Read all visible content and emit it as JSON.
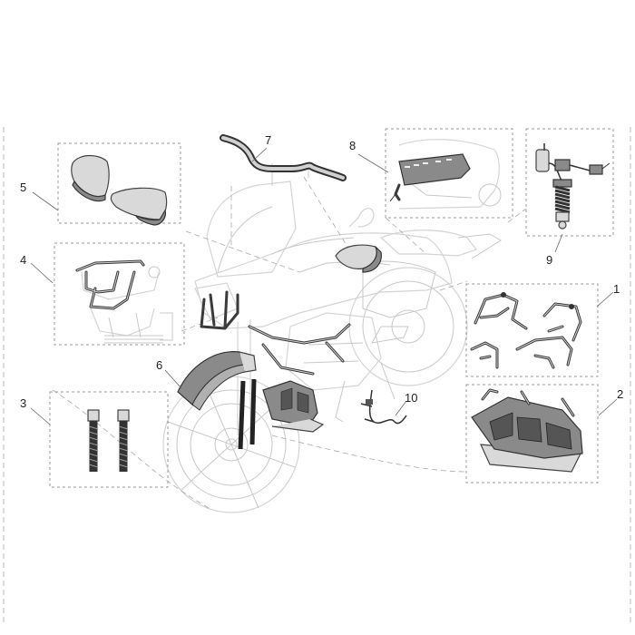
{
  "callouts": {
    "c1": "1",
    "c2": "2",
    "c3": "3",
    "c4": "4",
    "c5": "5",
    "c6": "6",
    "c7": "7",
    "c8": "8",
    "c9": "9",
    "c10": "10"
  },
  "colors": {
    "ink": "#333333",
    "part_fill": "#8a8a8a",
    "ghost_line": "#d4d4d4",
    "frame_dash": "#999999"
  },
  "parts": [
    {
      "number": "1",
      "icon": "crash-bars-icon"
    },
    {
      "number": "2",
      "icon": "engine-guard-icon"
    },
    {
      "number": "3",
      "icon": "fork-springs-icon"
    },
    {
      "number": "4",
      "icon": "headlight-guard-icon"
    },
    {
      "number": "5",
      "icon": "hand-guards-icon"
    },
    {
      "number": "6",
      "icon": "front-mudguard-icon"
    },
    {
      "number": "7",
      "icon": "handlebar-icon"
    },
    {
      "number": "8",
      "icon": "exhaust-heat-shield-icon"
    },
    {
      "number": "9",
      "icon": "rear-shock-icon"
    },
    {
      "number": "10",
      "icon": "wiring-harness-icon"
    }
  ]
}
